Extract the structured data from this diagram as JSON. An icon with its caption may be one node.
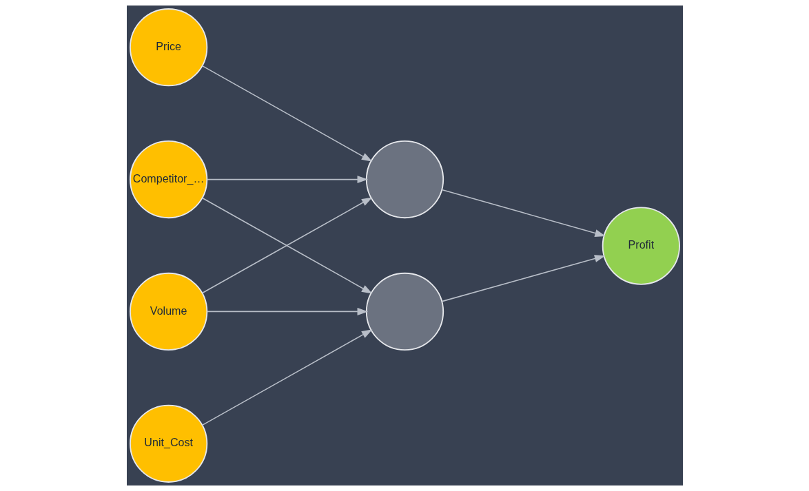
{
  "diagram": {
    "nodes": [
      {
        "text": [
          "Price"
        ]
      },
      {
        "text": [
          "Competitor_…"
        ]
      },
      {
        "text": [
          "Volume"
        ]
      },
      {
        "text": [
          "Unit_Cost"
        ]
      },
      {
        "text": [],
        "shape": "circle"
      },
      {
        "text": [],
        "shape": "circle"
      },
      {
        "text": [
          "Profit"
        ]
      }
    ],
    "edges": [
      {
        "from": 0,
        "to": 4,
        "arrow": "to"
      },
      {
        "from": 1,
        "to": 4,
        "arrow": "to"
      },
      {
        "from": 1,
        "to": 5,
        "arrow": "to"
      },
      {
        "from": 2,
        "to": 4,
        "arrow": "to"
      },
      {
        "from": 2,
        "to": 5,
        "arrow": "to"
      },
      {
        "from": 3,
        "to": 5,
        "arrow": "to"
      },
      {
        "from": 4,
        "to": 6,
        "arrow": "to"
      },
      {
        "from": 5,
        "to": 6,
        "arrow": "to"
      }
    ]
  }
}
